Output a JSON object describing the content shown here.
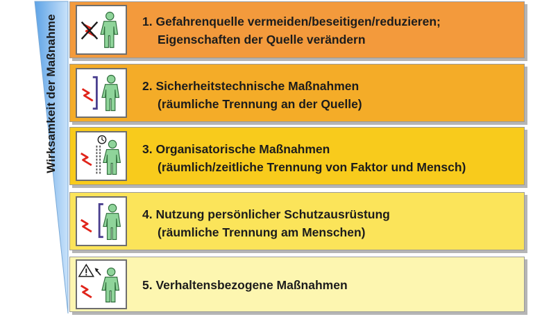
{
  "axis_label": "Wirksamkeit der Maßnahme",
  "measures": [
    {
      "line1": "1. Gefahrenquelle vermeiden/beseitigen/reduzieren;",
      "line2": "Eigenschaften der Quelle verändern",
      "color": "#f39a3c",
      "icon": "crossed-out-hazard-icon"
    },
    {
      "line1": "2. Sicherheitstechnische Maßnahmen",
      "line2": "(räumliche Trennung an der Quelle)",
      "color": "#f4ac28",
      "icon": "barrier-at-source-icon"
    },
    {
      "line1": "3. Organisatorische Maßnahmen",
      "line2": "(räumlich/zeitliche Trennung von Faktor und Mensch)",
      "color": "#f8cb1c",
      "icon": "time-separation-icon"
    },
    {
      "line1": "4. Nutzung persönlicher Schutzausrüstung",
      "line2": "(räumliche Trennung am Menschen)",
      "color": "#fbe45a",
      "icon": "personal-protection-icon"
    },
    {
      "line1": "5. Verhaltensbezogene Maßnahmen",
      "line2": "",
      "color": "#fdf6b0",
      "icon": "warning-behavior-icon"
    }
  ],
  "wedge_color": "#7fb6ec",
  "person_color": "#8fd49a"
}
